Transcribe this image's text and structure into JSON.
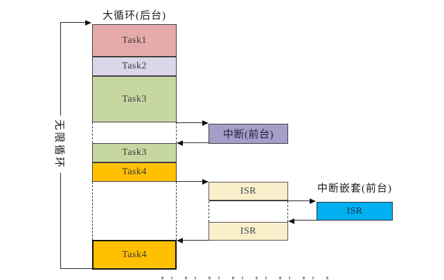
{
  "diagram": {
    "main_loop_title": "大循环(后台)",
    "infinite_loop_label": "无限循环",
    "nested_interrupt_title": "中断嵌套(前台)",
    "boxes": {
      "task1": {
        "label": "Task1",
        "color": "#e5abab"
      },
      "task2": {
        "label": "Task2",
        "color": "#dcd6e9"
      },
      "task3": {
        "label": "Task3",
        "color": "#c7d7a2"
      },
      "task3_resume": {
        "label": "Task3",
        "color": "#c7d7a2"
      },
      "task4": {
        "label": "Task4",
        "color": "#ffc000"
      },
      "task4_resume": {
        "label": "Task4",
        "color": "#ffc000"
      },
      "interrupt": {
        "label": "中断(前台)",
        "color": "#a79dc9"
      },
      "isr_first": {
        "label": "ISR",
        "color": "#fbeecb"
      },
      "isr_second": {
        "label": "ISR",
        "color": "#fbeecb"
      },
      "isr_nested": {
        "label": "ISR",
        "color": "#00b0f0"
      }
    },
    "line_color": "#262626"
  }
}
